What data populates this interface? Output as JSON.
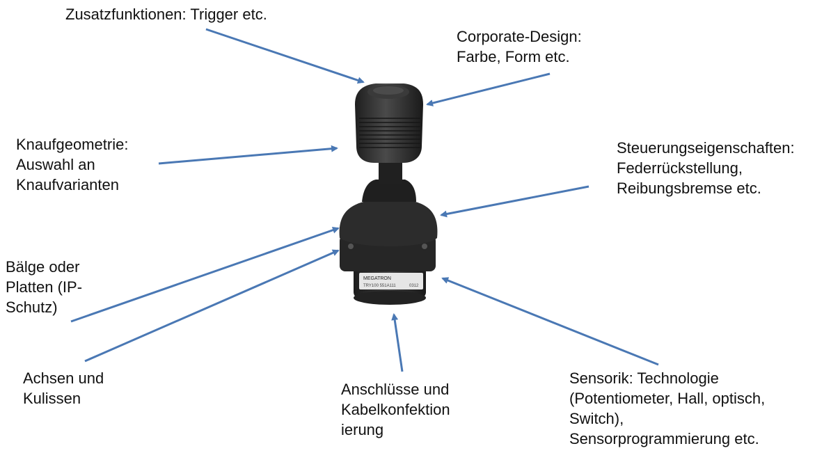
{
  "labels": {
    "zusatz": [
      "Zusatzfunktionen: Trigger etc."
    ],
    "corporate": [
      "Corporate-Design:",
      "Farbe, Form etc."
    ],
    "knauf": [
      "Knaufgeometrie:",
      "Auswahl an",
      "Knaufvarianten"
    ],
    "steuerung": [
      "Steuerungseigenschaften:",
      "Federrückstellung,",
      "Reibungsbremse etc."
    ],
    "baelge": [
      "Bälge oder",
      "Platten (IP-",
      "Schutz)"
    ],
    "achsen": [
      "Achsen und",
      "Kulissen"
    ],
    "anschluesse": [
      "Anschlüsse und",
      "Kabelkonfektion",
      "ierung"
    ],
    "sensorik": [
      "Sensorik: Technologie",
      "(Potentiometer, Hall, optisch,",
      "Switch),",
      "Sensorprogrammierung etc."
    ]
  },
  "product": {
    "brand": "MEGATRON",
    "part_number": "TRY100 551A111",
    "code": "0312"
  },
  "colors": {
    "arrow": "#4a78b4",
    "text": "#111111",
    "joystick_body": "#2b2b2b",
    "background": "#ffffff"
  }
}
